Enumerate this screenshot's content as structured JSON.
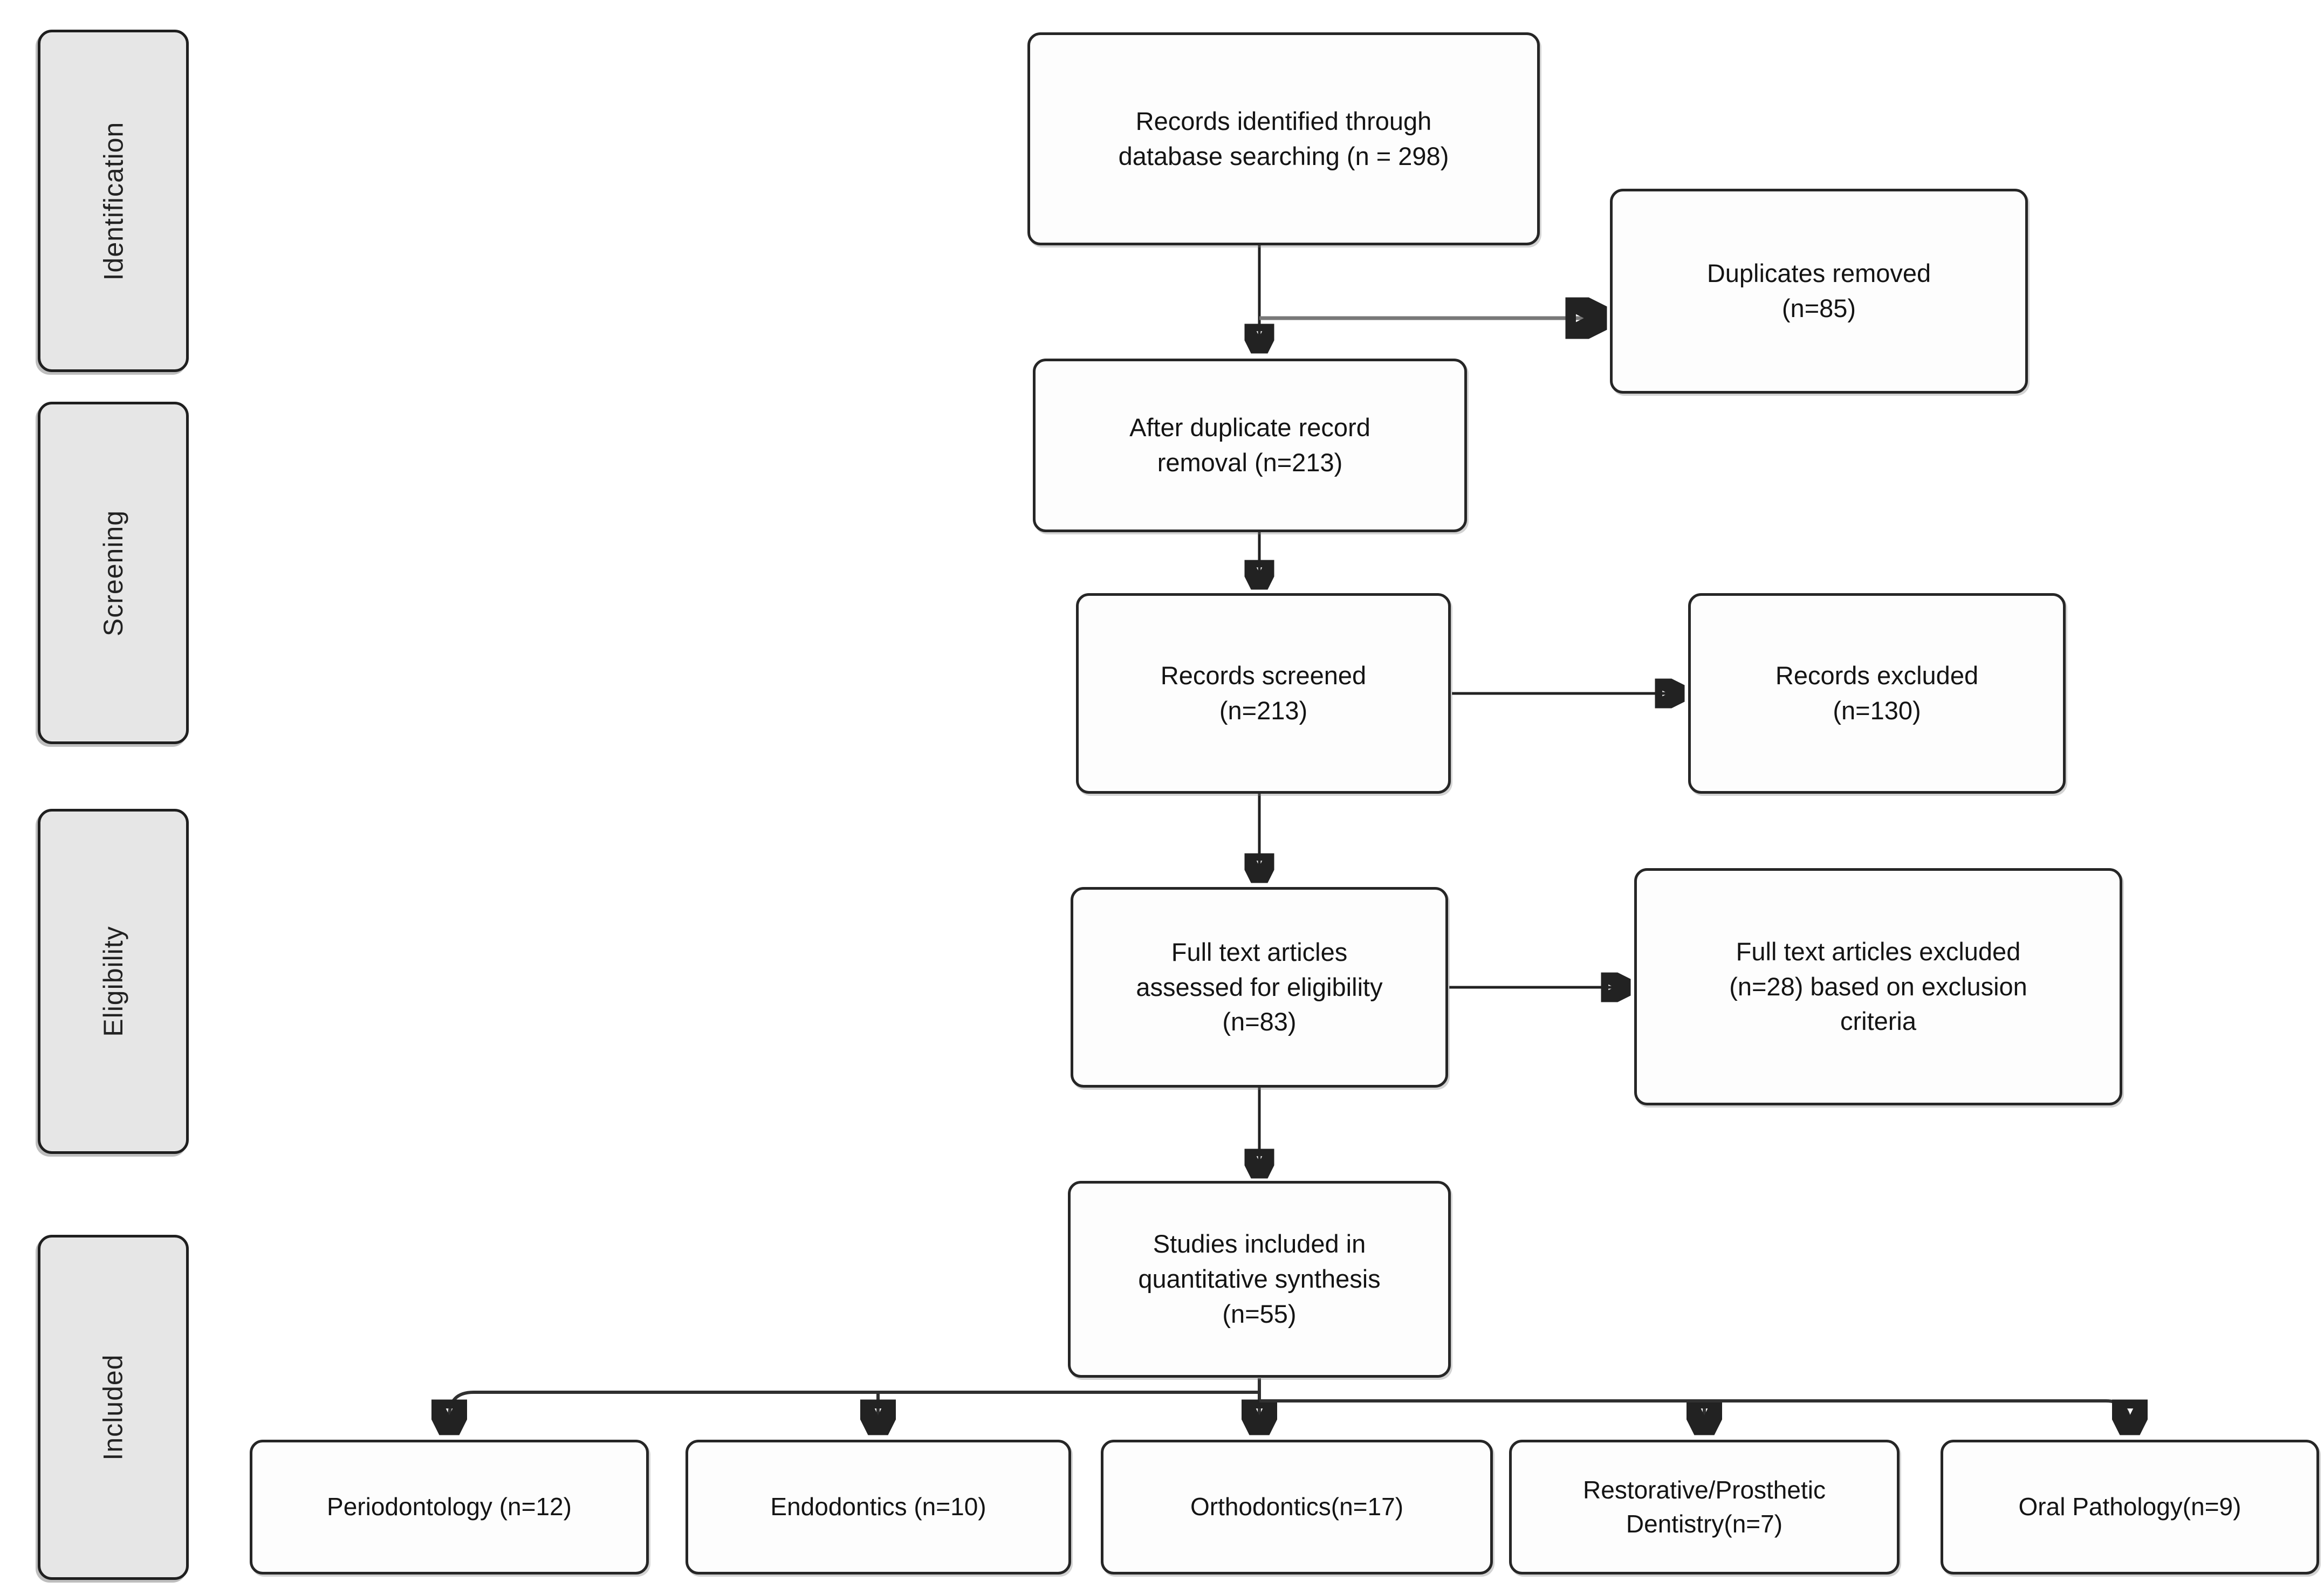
{
  "stages": [
    {
      "label": "Identification"
    },
    {
      "label": "Screening"
    },
    {
      "label": "Eligibility"
    },
    {
      "label": "Included"
    }
  ],
  "flow": {
    "records_identified": {
      "label": "Records identified through\ndatabase searching (n = 298)"
    },
    "duplicates_removed": {
      "label": "Duplicates removed\n(n=85)"
    },
    "after_duplicate_removal": {
      "label": "After duplicate record\nremoval (n=213)"
    },
    "records_screened": {
      "label": "Records screened\n(n=213)"
    },
    "records_excluded": {
      "label": "Records excluded\n(n=130)"
    },
    "fulltext_assessed": {
      "label": "Full text articles\nassessed for eligibility\n(n=83)"
    },
    "fulltext_excluded": {
      "label": "Full text articles excluded\n(n=28) based on exclusion\ncriteria"
    },
    "studies_included": {
      "label": "Studies included in\nquantitative synthesis\n(n=55)"
    },
    "specialties": [
      {
        "label": "Periodontology (n=12)"
      },
      {
        "label": "Endodontics (n=10)"
      },
      {
        "label": "Orthodontics(n=17)"
      },
      {
        "label": "Restorative/Prosthetic\nDentistry(n=7)"
      },
      {
        "label": "Oral Pathology(n=9)"
      }
    ]
  },
  "colors": {
    "rail_box_fill": "#e6e6e6",
    "box_border": "#262626",
    "arrow_color": "#222222"
  }
}
